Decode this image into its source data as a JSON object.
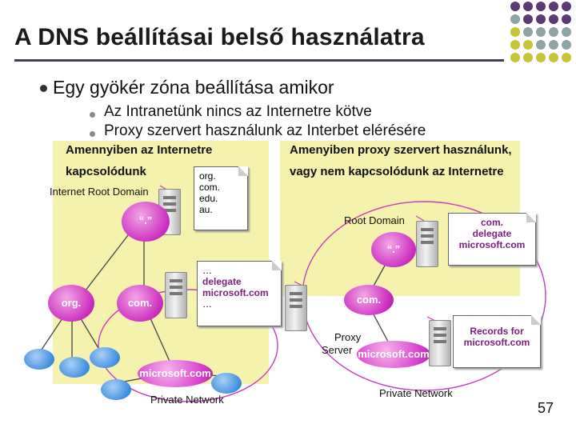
{
  "slide": {
    "title": "A DNS beállításai belső használatra",
    "bullet": "Egy gyökér zóna beállítása amikor",
    "subbullets": [
      "Az Intranetünk nincs az Internetre kötve",
      "Proxy szervert használunk az Interbet elérésére"
    ],
    "page_number": "57"
  },
  "left": {
    "header_line1": "Amennyiben az Internetre",
    "header_line2": "kapcsolódunk",
    "root_label": "Internet Root Domain",
    "root_node": "“.”",
    "org_node": "org.",
    "com_node": "com.",
    "microsoft_node": "microsoft.com",
    "network_label": "Private Network",
    "note1": [
      "org.",
      "com.",
      "edu.",
      "au."
    ],
    "note2": [
      "…",
      "delegate",
      "microsoft.com",
      "…"
    ]
  },
  "right": {
    "header_line1": "Amenyiben proxy szervert használunk,",
    "header_line2": "vagy nem kapcsolódunk az Internetre",
    "root_label": "Root Domain",
    "root_node": "“.”",
    "com_node": "com.",
    "proxy_label_1": "Proxy",
    "proxy_label_2": "Server",
    "microsoft_node": "microsoft.com",
    "network_label": "Private Network",
    "note1": [
      "com.",
      "delegate",
      "microsoft.com"
    ],
    "note2": [
      "Records for",
      "microsoft.com"
    ]
  },
  "colors": {
    "panel": "#f5f2ae",
    "node_pink": "#cc2fc0",
    "node_blue": "#3b8be0",
    "accent_purple": "#7a1f7a",
    "dot_purple": "#5b3a73",
    "dot_teal": "#8ea3a3",
    "dot_yellow": "#c8c43a"
  }
}
